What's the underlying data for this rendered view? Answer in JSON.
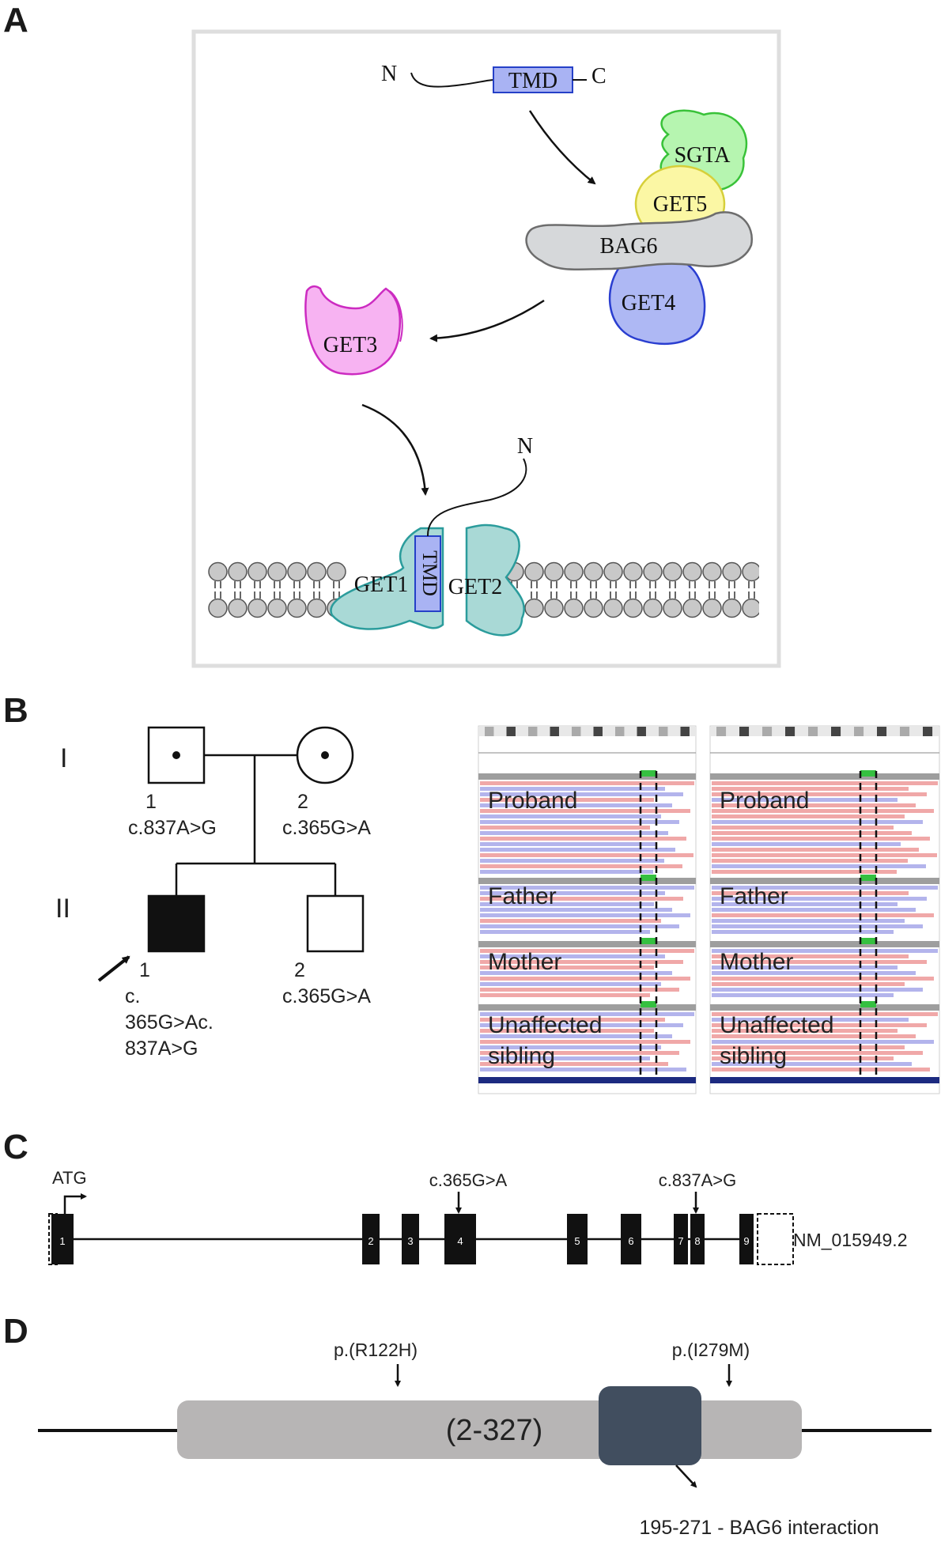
{
  "panels": {
    "a": "A",
    "b": "B",
    "c": "C",
    "d": "D"
  },
  "pathway": {
    "substrate": {
      "n_label": "N",
      "tmd_label": "TMD",
      "c_label": "C"
    },
    "proteins": {
      "sgta": "SGTA",
      "get5": "GET5",
      "bag6": "BAG6",
      "get4": "GET4",
      "get3": "GET3",
      "get1": "GET1",
      "get2": "GET2"
    },
    "membrane": {
      "tmd_label": "TMD",
      "n_label": "N"
    },
    "colors": {
      "sgta": "#b6f5b0",
      "get5": "#fbf7a4",
      "bag6": "#d6d8da",
      "get4": "#aeb8f4",
      "get3": "#f7b3f2",
      "get1": "#a9d9d6",
      "tmd": "#a9b3f3"
    }
  },
  "pedigree": {
    "generations": [
      "I",
      "II"
    ],
    "members": {
      "father": {
        "number": "1",
        "variant": "c.837A>G"
      },
      "mother": {
        "number": "2",
        "variant": "c.365G>A"
      },
      "proband": {
        "number": "1",
        "variant_lines": [
          "c.",
          "365G>Ac.",
          "837A>G"
        ]
      },
      "sibling": {
        "number": "2",
        "variant": "c.365G>A"
      }
    }
  },
  "igv": {
    "left_tracks": [
      "Proband",
      "Father",
      "Mother",
      "Unaffected",
      "sibling"
    ],
    "right_tracks": [
      "Proband",
      "Father",
      "Mother",
      "Unaffected",
      "sibling"
    ],
    "colors": {
      "ref": "#f0a8a8",
      "alt": "#b3b4ec",
      "variant": "#35c040",
      "header": "#9e9e9e"
    }
  },
  "gene": {
    "start_label": "ATG",
    "transcript": "NM_015949.2",
    "exons": [
      "1",
      "2",
      "3",
      "4",
      "5",
      "6",
      "7",
      "8",
      "9"
    ],
    "variants": [
      "c.365G>A",
      "c.837A>G"
    ]
  },
  "protein": {
    "domain_label": "(2-327)",
    "variants": [
      "p.(R122H)",
      "p.(I279M)"
    ],
    "interaction_label": "195-271 - BAG6 interaction",
    "colors": {
      "domain": "#b7b5b5",
      "interaction": "#414e5f"
    }
  }
}
